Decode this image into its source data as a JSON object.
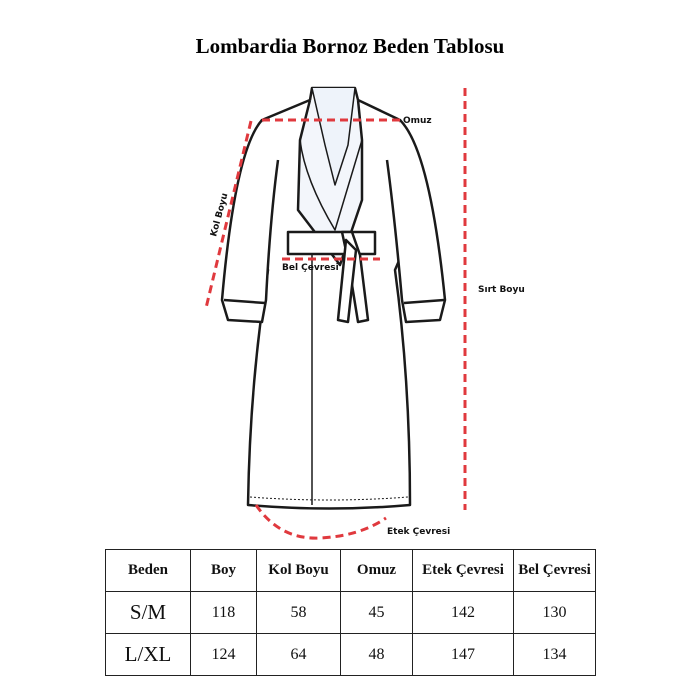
{
  "title": "Lombardia Bornoz Beden Tablosu",
  "diagram": {
    "labels": {
      "shoulder": "Omuz",
      "sleeve": "Kol Boyu",
      "waist": "Bel Çevresi",
      "back_length": "Sırt Boyu",
      "hem": "Etek Çevresi"
    },
    "colors": {
      "measure_line": "#e0393e",
      "outline": "#1a1a1a"
    }
  },
  "table": {
    "headers": [
      "Beden",
      "Boy",
      "Kol Boyu",
      "Omuz",
      "Etek Çevresi",
      "Bel Çevresi"
    ],
    "rows": [
      [
        "S/M",
        "118",
        "58",
        "45",
        "142",
        "130"
      ],
      [
        "L/XL",
        "124",
        "64",
        "48",
        "147",
        "134"
      ]
    ]
  }
}
